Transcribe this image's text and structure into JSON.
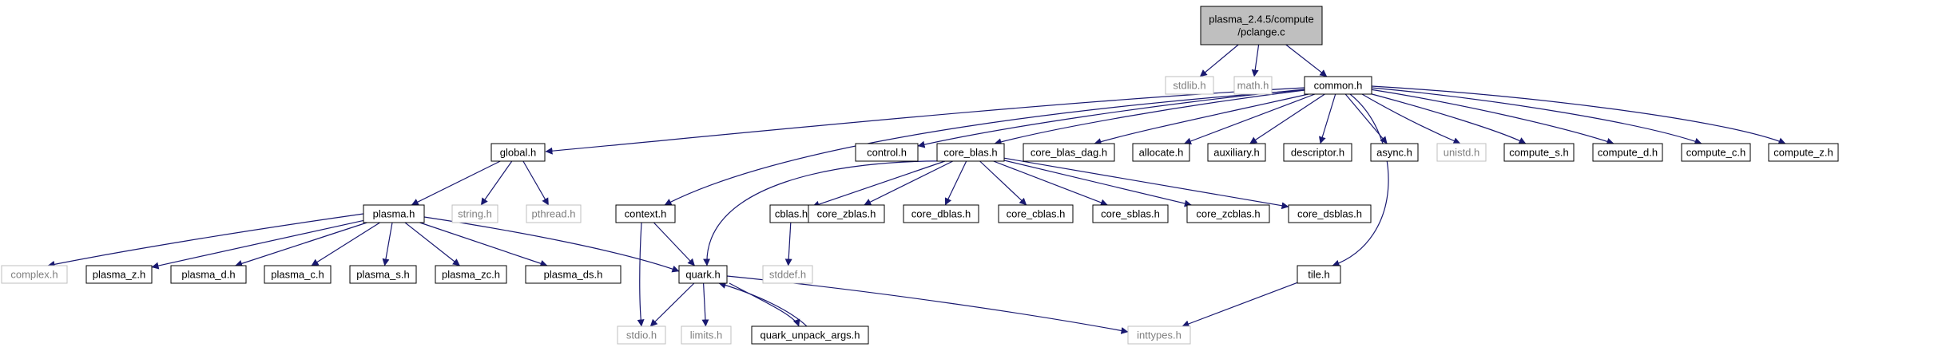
{
  "graph": {
    "root": "plasma_2.4.5/compute/pclange.c",
    "colors": {
      "edge": "#191970",
      "box_border": "#000000",
      "muted_border": "#bfbfbf",
      "root_fill": "#bfbfbf",
      "muted_text": "#7f7f7f"
    },
    "nodes": [
      {
        "id": "root",
        "lines": [
          "plasma_2.4.5/compute",
          "/pclange.c"
        ],
        "style": "root"
      },
      {
        "id": "stdlib",
        "lines": [
          "stdlib.h"
        ],
        "style": "muted"
      },
      {
        "id": "math",
        "lines": [
          "math.h"
        ],
        "style": "muted"
      },
      {
        "id": "common",
        "lines": [
          "common.h"
        ],
        "style": "normal"
      },
      {
        "id": "global",
        "lines": [
          "global.h"
        ],
        "style": "normal"
      },
      {
        "id": "control",
        "lines": [
          "control.h"
        ],
        "style": "normal"
      },
      {
        "id": "core_blas",
        "lines": [
          "core_blas.h"
        ],
        "style": "normal"
      },
      {
        "id": "core_blas_dag",
        "lines": [
          "core_blas_dag.h"
        ],
        "style": "normal"
      },
      {
        "id": "allocate",
        "lines": [
          "allocate.h"
        ],
        "style": "normal"
      },
      {
        "id": "auxiliary",
        "lines": [
          "auxiliary.h"
        ],
        "style": "normal"
      },
      {
        "id": "descriptor",
        "lines": [
          "descriptor.h"
        ],
        "style": "normal"
      },
      {
        "id": "async",
        "lines": [
          "async.h"
        ],
        "style": "normal"
      },
      {
        "id": "unistd",
        "lines": [
          "unistd.h"
        ],
        "style": "muted"
      },
      {
        "id": "compute_s",
        "lines": [
          "compute_s.h"
        ],
        "style": "normal"
      },
      {
        "id": "compute_d",
        "lines": [
          "compute_d.h"
        ],
        "style": "normal"
      },
      {
        "id": "compute_c",
        "lines": [
          "compute_c.h"
        ],
        "style": "normal"
      },
      {
        "id": "compute_z",
        "lines": [
          "compute_z.h"
        ],
        "style": "normal"
      },
      {
        "id": "plasma",
        "lines": [
          "plasma.h"
        ],
        "style": "normal"
      },
      {
        "id": "string",
        "lines": [
          "string.h"
        ],
        "style": "muted"
      },
      {
        "id": "pthread",
        "lines": [
          "pthread.h"
        ],
        "style": "muted"
      },
      {
        "id": "context",
        "lines": [
          "context.h"
        ],
        "style": "normal"
      },
      {
        "id": "cblas",
        "lines": [
          "cblas.h"
        ],
        "style": "normal"
      },
      {
        "id": "core_zblas",
        "lines": [
          "core_zblas.h"
        ],
        "style": "normal"
      },
      {
        "id": "core_dblas",
        "lines": [
          "core_dblas.h"
        ],
        "style": "normal"
      },
      {
        "id": "core_cblas",
        "lines": [
          "core_cblas.h"
        ],
        "style": "normal"
      },
      {
        "id": "core_sblas",
        "lines": [
          "core_sblas.h"
        ],
        "style": "normal"
      },
      {
        "id": "core_zcblas",
        "lines": [
          "core_zcblas.h"
        ],
        "style": "normal"
      },
      {
        "id": "core_dsblas",
        "lines": [
          "core_dsblas.h"
        ],
        "style": "normal"
      },
      {
        "id": "complex",
        "lines": [
          "complex.h"
        ],
        "style": "muted"
      },
      {
        "id": "plasma_z",
        "lines": [
          "plasma_z.h"
        ],
        "style": "normal"
      },
      {
        "id": "plasma_d",
        "lines": [
          "plasma_d.h"
        ],
        "style": "normal"
      },
      {
        "id": "plasma_c",
        "lines": [
          "plasma_c.h"
        ],
        "style": "normal"
      },
      {
        "id": "plasma_s",
        "lines": [
          "plasma_s.h"
        ],
        "style": "normal"
      },
      {
        "id": "plasma_zc",
        "lines": [
          "plasma_zc.h"
        ],
        "style": "normal"
      },
      {
        "id": "plasma_ds",
        "lines": [
          "plasma_ds.h"
        ],
        "style": "normal"
      },
      {
        "id": "quark",
        "lines": [
          "quark.h"
        ],
        "style": "normal"
      },
      {
        "id": "stddef",
        "lines": [
          "stddef.h"
        ],
        "style": "muted"
      },
      {
        "id": "tile",
        "lines": [
          "tile.h"
        ],
        "style": "normal"
      },
      {
        "id": "stdio",
        "lines": [
          "stdio.h"
        ],
        "style": "muted"
      },
      {
        "id": "limits",
        "lines": [
          "limits.h"
        ],
        "style": "muted"
      },
      {
        "id": "quark_unpack_args",
        "lines": [
          "quark_unpack_args.h"
        ],
        "style": "normal"
      },
      {
        "id": "inttypes",
        "lines": [
          "inttypes.h"
        ],
        "style": "muted"
      }
    ],
    "edges": [
      [
        "root",
        "stdlib"
      ],
      [
        "root",
        "math"
      ],
      [
        "root",
        "common"
      ],
      [
        "common",
        "global"
      ],
      [
        "common",
        "context"
      ],
      [
        "common",
        "control"
      ],
      [
        "common",
        "core_blas"
      ],
      [
        "common",
        "core_blas_dag"
      ],
      [
        "common",
        "allocate"
      ],
      [
        "common",
        "auxiliary"
      ],
      [
        "common",
        "descriptor"
      ],
      [
        "common",
        "tile"
      ],
      [
        "common",
        "async"
      ],
      [
        "common",
        "unistd"
      ],
      [
        "common",
        "compute_s"
      ],
      [
        "common",
        "compute_d"
      ],
      [
        "common",
        "compute_c"
      ],
      [
        "common",
        "compute_z"
      ],
      [
        "global",
        "plasma"
      ],
      [
        "global",
        "string"
      ],
      [
        "global",
        "pthread"
      ],
      [
        "plasma",
        "complex"
      ],
      [
        "plasma",
        "plasma_z"
      ],
      [
        "plasma",
        "plasma_d"
      ],
      [
        "plasma",
        "plasma_c"
      ],
      [
        "plasma",
        "plasma_s"
      ],
      [
        "plasma",
        "plasma_zc"
      ],
      [
        "plasma",
        "plasma_ds"
      ],
      [
        "plasma",
        "quark"
      ],
      [
        "core_blas",
        "quark"
      ],
      [
        "core_blas",
        "cblas"
      ],
      [
        "core_blas",
        "core_zblas"
      ],
      [
        "core_blas",
        "core_dblas"
      ],
      [
        "core_blas",
        "core_cblas"
      ],
      [
        "core_blas",
        "core_sblas"
      ],
      [
        "core_blas",
        "core_zcblas"
      ],
      [
        "core_blas",
        "core_dsblas"
      ],
      [
        "context",
        "quark"
      ],
      [
        "context",
        "stdio"
      ],
      [
        "cblas",
        "stddef"
      ],
      [
        "quark",
        "stdio"
      ],
      [
        "quark",
        "limits"
      ],
      [
        "quark",
        "quark_unpack_args"
      ],
      [
        "quark",
        "inttypes"
      ],
      [
        "quark_unpack_args",
        "quark"
      ],
      [
        "tile",
        "inttypes"
      ]
    ]
  }
}
